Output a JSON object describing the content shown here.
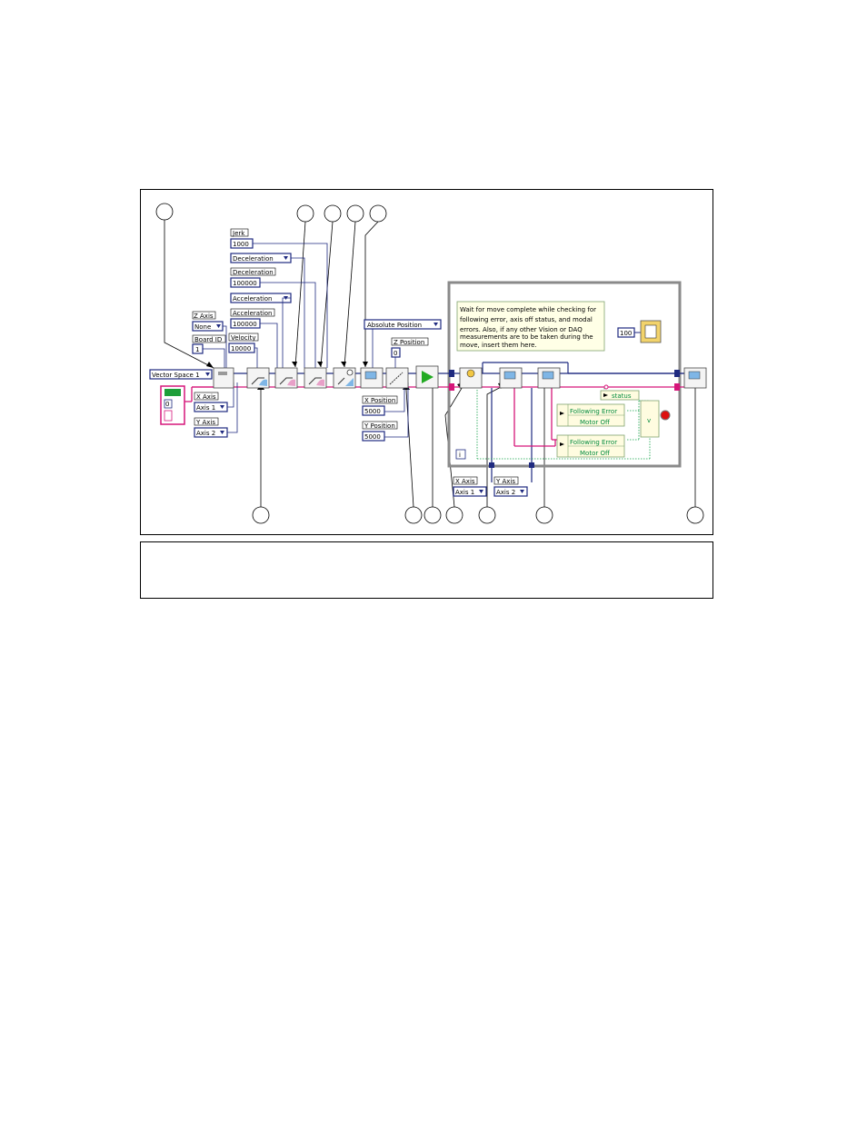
{
  "controls": {
    "vector_space": "Vector Space 1",
    "z_axis_label": "Z Axis",
    "z_axis_value": "None",
    "board_id_label": "Board ID",
    "board_id_value": "1",
    "velocity_label": "Velocity",
    "velocity_value": "10000",
    "jerk_label": "Jerk",
    "jerk_value": "1000",
    "deceleration_mode": "Deceleration",
    "deceleration_label": "Deceleration",
    "deceleration_value": "100000",
    "acceleration_mode": "Acceleration",
    "acceleration_label": "Acceleration",
    "acceleration_value": "100000",
    "x_axis_label": "X Axis",
    "x_axis_value": "Axis 1",
    "y_axis_label": "Y Axis",
    "y_axis_value": "Axis 2",
    "error_cluster_value": "0",
    "position_mode": "Absolute Position",
    "z_position_label": "Z Position",
    "z_position_value": "0",
    "x_position_label": "X Position",
    "x_position_value": "5000",
    "y_position_label": "Y Position",
    "y_position_value": "5000",
    "loop_x_axis_label": "X Axis",
    "loop_x_axis_value": "Axis 1",
    "loop_y_axis_label": "Y Axis",
    "loop_y_axis_value": "Axis 2",
    "wait_ms": "100",
    "status_label": "status"
  },
  "loop": {
    "note": [
      "Wait for move complete while checking for",
      "following error, axis off status, and modal",
      "errors. Also, if any other Vision or DAQ",
      "measurements are to be taken during the",
      "move, insert them here."
    ],
    "iteration": "i",
    "error_case_1": [
      "Following Error",
      "Motor Off"
    ],
    "error_case_2": [
      "Following Error",
      "Motor Off"
    ]
  },
  "colors": {
    "blue_wire": "#1f2a80",
    "pink_wire": "#d6167a",
    "green_wire": "#14a34a",
    "loop_border": "#8a8a8a",
    "note_bg": "#ffffe6",
    "note_border": "#7fa36f",
    "case_bg": "#fffce0",
    "stop_red": "#dd1111",
    "run_green": "#22aa22"
  }
}
